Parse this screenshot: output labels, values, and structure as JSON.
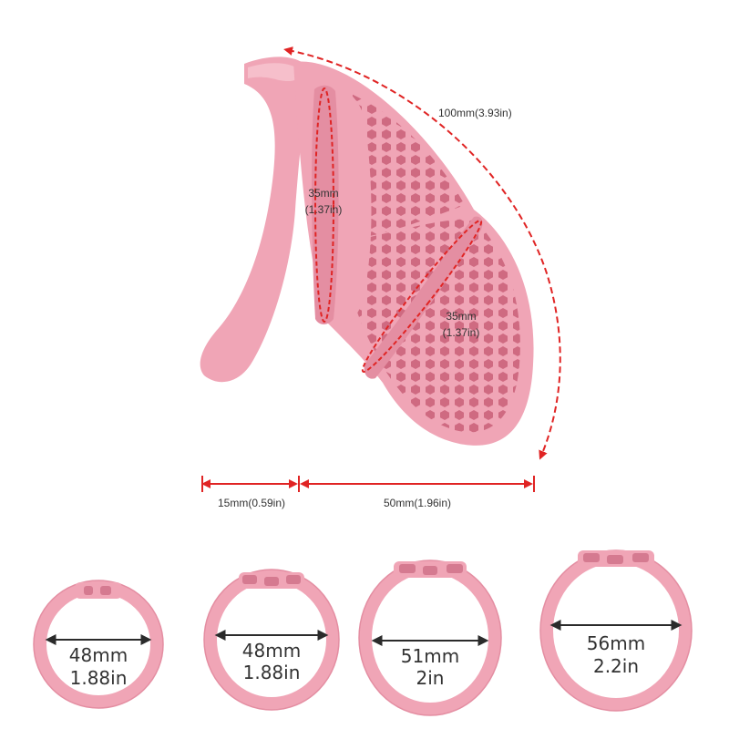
{
  "product": {
    "dimensions": {
      "length_curve": "100mm(3.93in)",
      "base_ring_diameter": [
        "35mm",
        "(1.37in)"
      ],
      "cage_diameter": [
        "35mm",
        "(1.37in)"
      ],
      "gap_width": "15mm(0.59in)",
      "cage_length": "50mm(1.96in)"
    },
    "rings": [
      {
        "mm": "48mm",
        "inch": "1.88in"
      },
      {
        "mm": "48mm",
        "inch": "1.88in"
      },
      {
        "mm": "51mm",
        "inch": "2in"
      },
      {
        "mm": "56mm",
        "inch": "2.2in"
      }
    ]
  },
  "colors": {
    "pink": "#f0a5b6",
    "pink_dark": "#e48ea2",
    "pink_light": "#f6bfcb",
    "hole": "#c95f78",
    "dash_red": "#e02424",
    "arrow_dark": "#2b2b2b"
  }
}
